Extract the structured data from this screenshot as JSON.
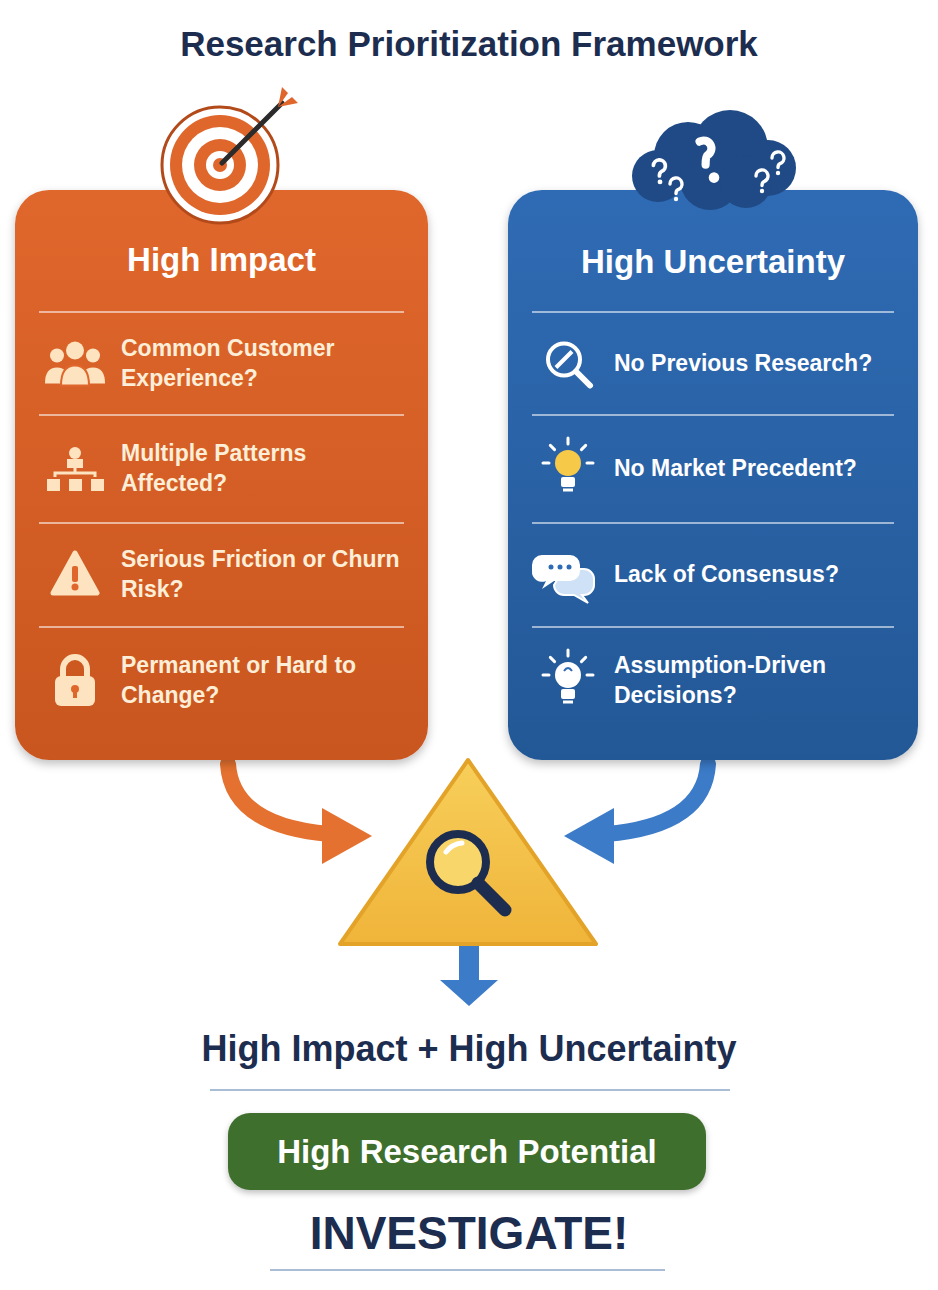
{
  "diagram": {
    "title": "Research Prioritization Framework",
    "nodes": [
      {
        "text": [
          "High Impact",
          "Common Customer Experience?",
          "Multiple Patterns Affected?",
          "Serious Friction or Churn Risk?",
          "Permanent or Hard to Change?"
        ]
      },
      {
        "text": [
          "High Uncertainty",
          "No Previous Research?",
          "No Market Precedent?",
          "Lack of Consensus?",
          "Assumption-Driven Decisions?"
        ]
      },
      {
        "text": [
          "High Research Potential"
        ]
      }
    ],
    "labels": [
      "High Impact + High Uncertainty",
      "INVESTIGATE!"
    ]
  }
}
